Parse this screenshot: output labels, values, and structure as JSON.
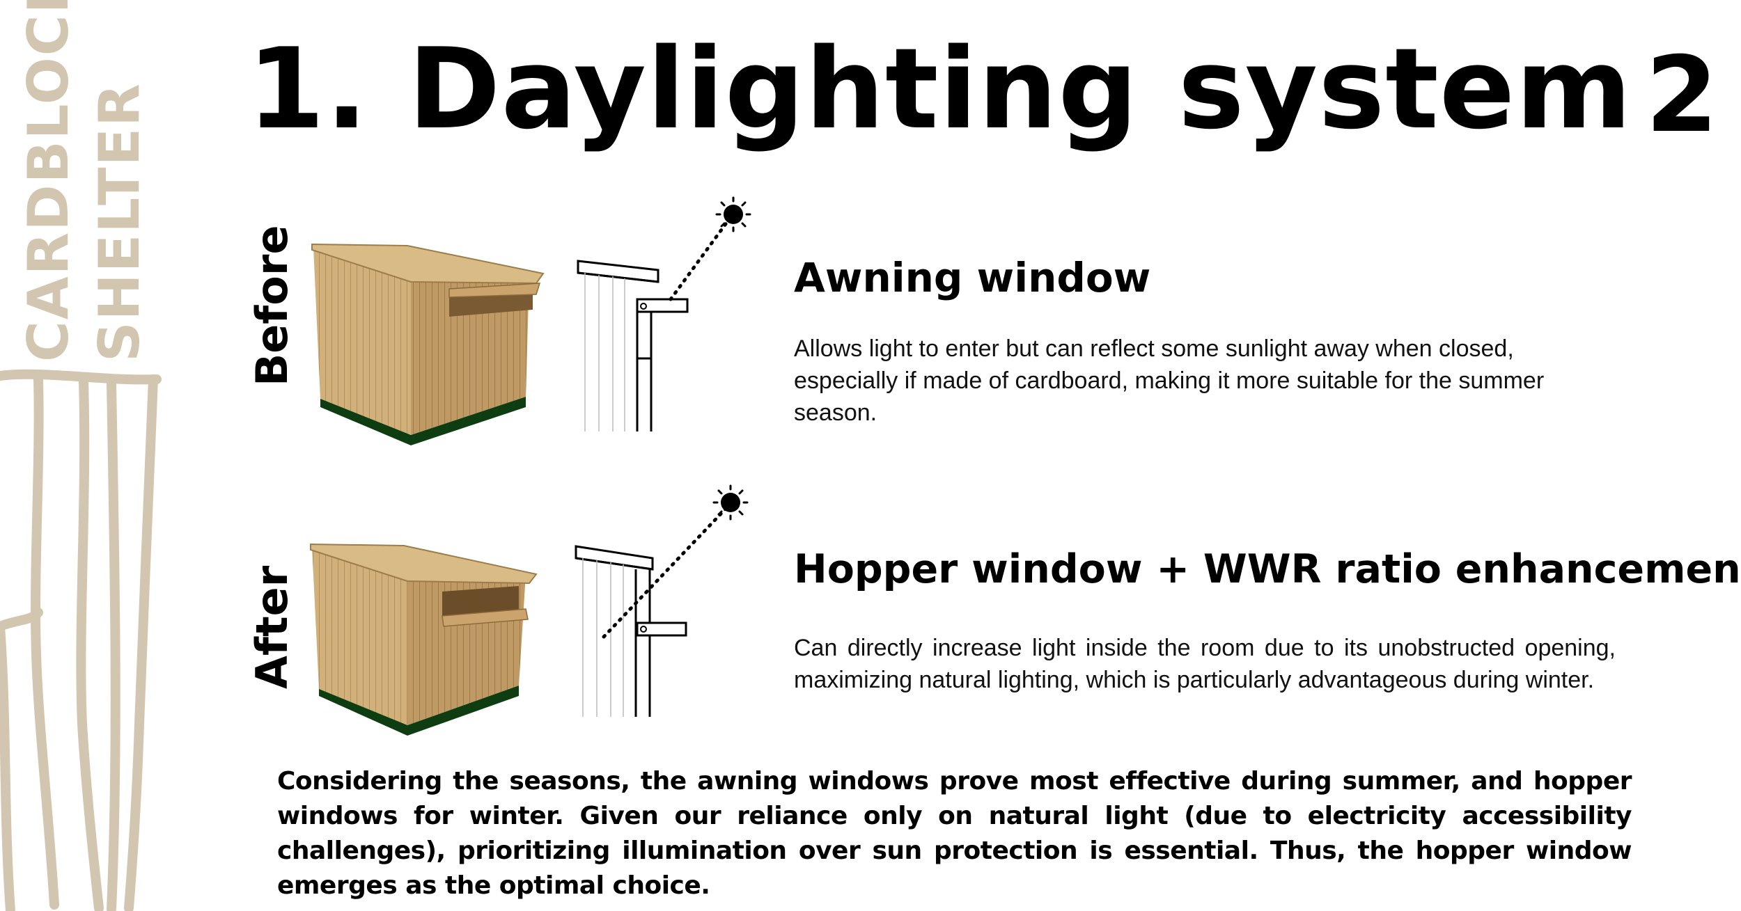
{
  "brand": {
    "line1": "CARDBLOCK",
    "line2": "SHELTER"
  },
  "page": {
    "title": "1. Daylighting system",
    "number": "2"
  },
  "before": {
    "label": "Before",
    "heading": "Awning window",
    "description": "Allows light to enter but can reflect some sunlight  away when closed, especially if made of cardboard, making it more suitable for the summer season."
  },
  "after": {
    "label": "After",
    "heading": "Hopper window + WWR ratio enhancement",
    "description": "Can directly increase light inside the room due to its unobstructed opening, maximizing natural lighting, which is particularly advantageous during winter."
  },
  "conclusion": "Considering the seasons, the awning windows prove most effective during summer, and hopper windows for winter. Given our reliance only on natural light (due to electricity accessibility challenges), prioritizing illumination over sun protection is essential. Thus, the hopper window emerges as the optimal choice.",
  "colors": {
    "brand": "#d3c6b0",
    "cardboard": "#c9a772",
    "pallet": "#0f3d12"
  },
  "icons": [
    "sun-icon",
    "sun-icon"
  ]
}
